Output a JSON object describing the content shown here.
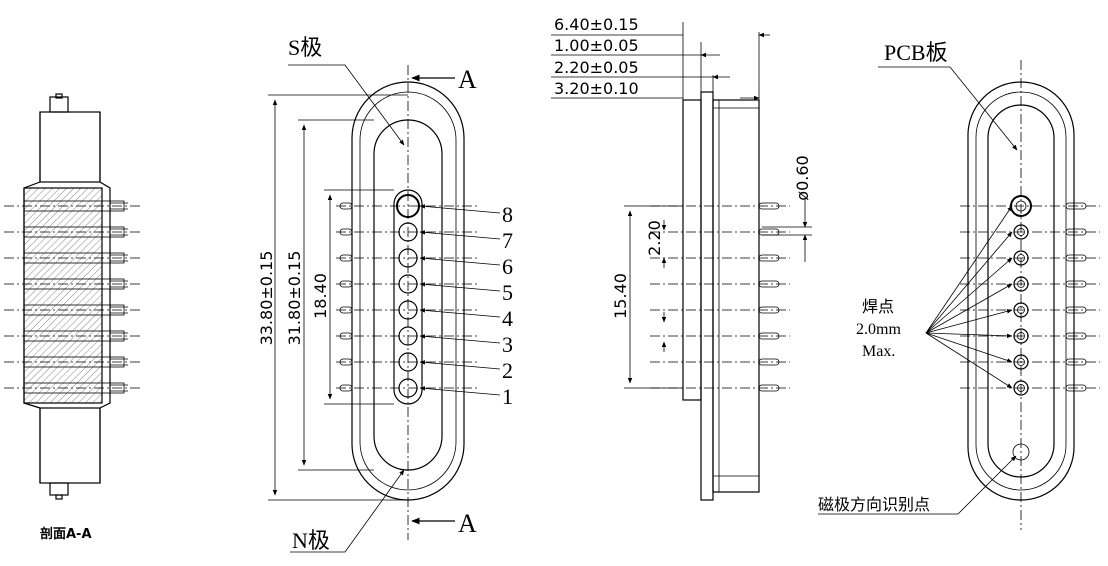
{
  "section_view": {
    "caption": "剖面A-A"
  },
  "front_view": {
    "s_pole_label": "S极",
    "n_pole_label": "N极",
    "section_mark_top": "A",
    "section_mark_bottom": "A",
    "pin_numbers": [
      "8",
      "7",
      "6",
      "5",
      "4",
      "3",
      "2",
      "1"
    ],
    "dim_overall": "33.80±0.15",
    "dim_inner": "31.80±0.15",
    "dim_pins": "18.40"
  },
  "side_view": {
    "dim_top": [
      "6.40±0.15",
      "1.00±0.05",
      "2.20±0.05",
      "3.20±0.10"
    ],
    "dim_pin_dia": "ø0.60",
    "dim_pitch": "2.20",
    "dim_span": "15.40"
  },
  "back_view": {
    "pcb_label": "PCB板",
    "solder_label": "焊点",
    "solder_size": "2.0mm",
    "solder_max": "Max.",
    "magnet_mark_label": "磁极方向识别点"
  }
}
